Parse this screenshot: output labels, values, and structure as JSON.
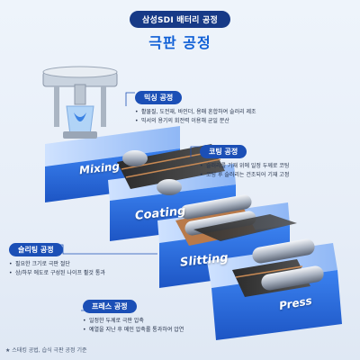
{
  "header": {
    "subtitle": "삼성SDI 배터리 공정",
    "title": "극판 공정"
  },
  "steps": {
    "mixing": "Mixing",
    "coating": "Coating",
    "slitting": "Slitting",
    "press": "Press"
  },
  "callouts": {
    "mixing": {
      "title": "믹싱 공정",
      "items": [
        "활물질, 도전재, 바인더, 용매 혼합하여 슬러리 제조",
        "믹서의 용기의 회전력 이용해 균일 분산"
      ]
    },
    "coating": {
      "title": "코팅 공정",
      "items": [
        "슬러리를 기재 위에 일정 두께로 코팅",
        "코팅 후 슬러리는 건조되어 기재 고정"
      ]
    },
    "slitting": {
      "title": "슬리팅 공정",
      "items": [
        "필요한 크기로 극판 절단",
        "상/하부 에도로 구성된 나이프 휠것 통과"
      ]
    },
    "press": {
      "title": "프레스 공정",
      "items": [
        "일정한 두께로 극판 압축",
        "예열을 지난 후 메인 압축롤 통과하여 압연"
      ]
    }
  },
  "footnote": "★ 스태킹 공법, 습식 극판 공정 기준",
  "colors": {
    "accent": "#0e5fd6",
    "navy": "#173a87",
    "pill": "#1b4fb6",
    "step_top": "#9fc3ff",
    "step_front": "#2f6fe0"
  }
}
